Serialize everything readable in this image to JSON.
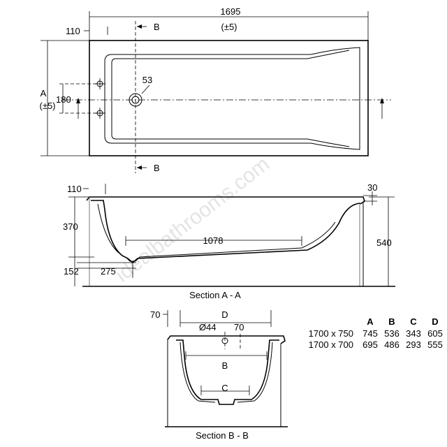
{
  "plan_view": {
    "overall_length": "1695",
    "length_tolerance": "(±5)",
    "end_offset": "110",
    "section_mark_top": "B",
    "section_mark_bottom": "B",
    "waste_offset": "53",
    "tap_spacing": "180",
    "width_label": "A",
    "width_tolerance": "(±5)"
  },
  "section_aa": {
    "end_offset": "110",
    "rim_thickness": "30",
    "depth_to_floor": "370",
    "floor_length": "1078",
    "total_height": "540",
    "waste_height": "152",
    "waste_offset": "275",
    "caption": "Section A - A"
  },
  "section_bb": {
    "rim_offset": "70",
    "width_label": "D",
    "waste_diameter": "Ø44",
    "waste_offset": "70",
    "upper_width_label": "B",
    "floor_width_label": "C",
    "caption": "Section B - B"
  },
  "dimension_table": {
    "headers": [
      "A",
      "B",
      "C",
      "D"
    ],
    "rows": [
      {
        "size": "1700 x 750",
        "values": [
          "745",
          "536",
          "343",
          "605"
        ]
      },
      {
        "size": "1700 x 700",
        "values": [
          "695",
          "486",
          "293",
          "555"
        ]
      }
    ]
  },
  "watermark": "idealbathrooms.com"
}
